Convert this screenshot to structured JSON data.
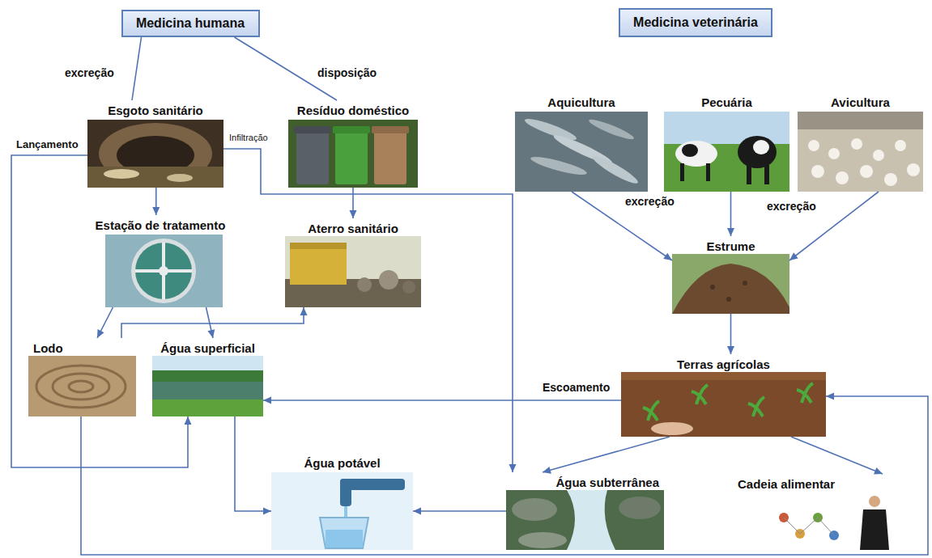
{
  "diagram": {
    "nodes": [
      {
        "text": [
          "Medicina humana"
        ]
      },
      {
        "text": [
          "Medicina veterinária"
        ]
      },
      {
        "text": [
          "Esgoto sanitário"
        ]
      },
      {
        "text": [
          "Resíduo doméstico"
        ]
      },
      {
        "text": [
          "Estação de tratamento"
        ]
      },
      {
        "text": [
          "Aterro sanitário"
        ]
      },
      {
        "text": [
          "Lodo"
        ]
      },
      {
        "text": [
          "Água superficial"
        ]
      },
      {
        "text": [
          "Aquicultura"
        ]
      },
      {
        "text": [
          "Pecuária"
        ]
      },
      {
        "text": [
          "Avicultura"
        ]
      },
      {
        "text": [
          "Estrume"
        ]
      },
      {
        "text": [
          "Terras agrícolas"
        ]
      },
      {
        "text": [
          "Água potável"
        ]
      },
      {
        "text": [
          "Água subterrânea"
        ]
      },
      {
        "text": [
          "Cadeia alimentar"
        ]
      }
    ],
    "edges": [
      {
        "from": 0,
        "to": 2,
        "label": "excreção",
        "arrow": "none"
      },
      {
        "from": 0,
        "to": 3,
        "label": "disposição",
        "arrow": "none"
      },
      {
        "from": 2,
        "to": 4,
        "arrow": "to"
      },
      {
        "from": 3,
        "to": 5,
        "arrow": "to"
      },
      {
        "from": 2,
        "to": 14,
        "label": "Infiltração",
        "arrow": "to"
      },
      {
        "from": 2,
        "to": 7,
        "label": "Lançamento",
        "arrow": "to"
      },
      {
        "from": 4,
        "to": 6,
        "arrow": "to"
      },
      {
        "from": 4,
        "to": 7,
        "arrow": "to"
      },
      {
        "from": 6,
        "to": 5,
        "arrow": "to"
      },
      {
        "from": 6,
        "to": 12,
        "arrow": "to"
      },
      {
        "from": 8,
        "to": 11,
        "label": "excreção",
        "arrow": "to"
      },
      {
        "from": 9,
        "to": 11,
        "arrow": "to"
      },
      {
        "from": 10,
        "to": 11,
        "label": "excreção",
        "arrow": "to"
      },
      {
        "from": 11,
        "to": 12,
        "arrow": "to"
      },
      {
        "from": 12,
        "to": 7,
        "label": "Escoamento",
        "arrow": "to"
      },
      {
        "from": 12,
        "to": 14,
        "arrow": "to"
      },
      {
        "from": 12,
        "to": 15,
        "arrow": "to"
      },
      {
        "from": 7,
        "to": 13,
        "arrow": "to"
      },
      {
        "from": 14,
        "to": 13,
        "arrow": "to"
      }
    ]
  }
}
